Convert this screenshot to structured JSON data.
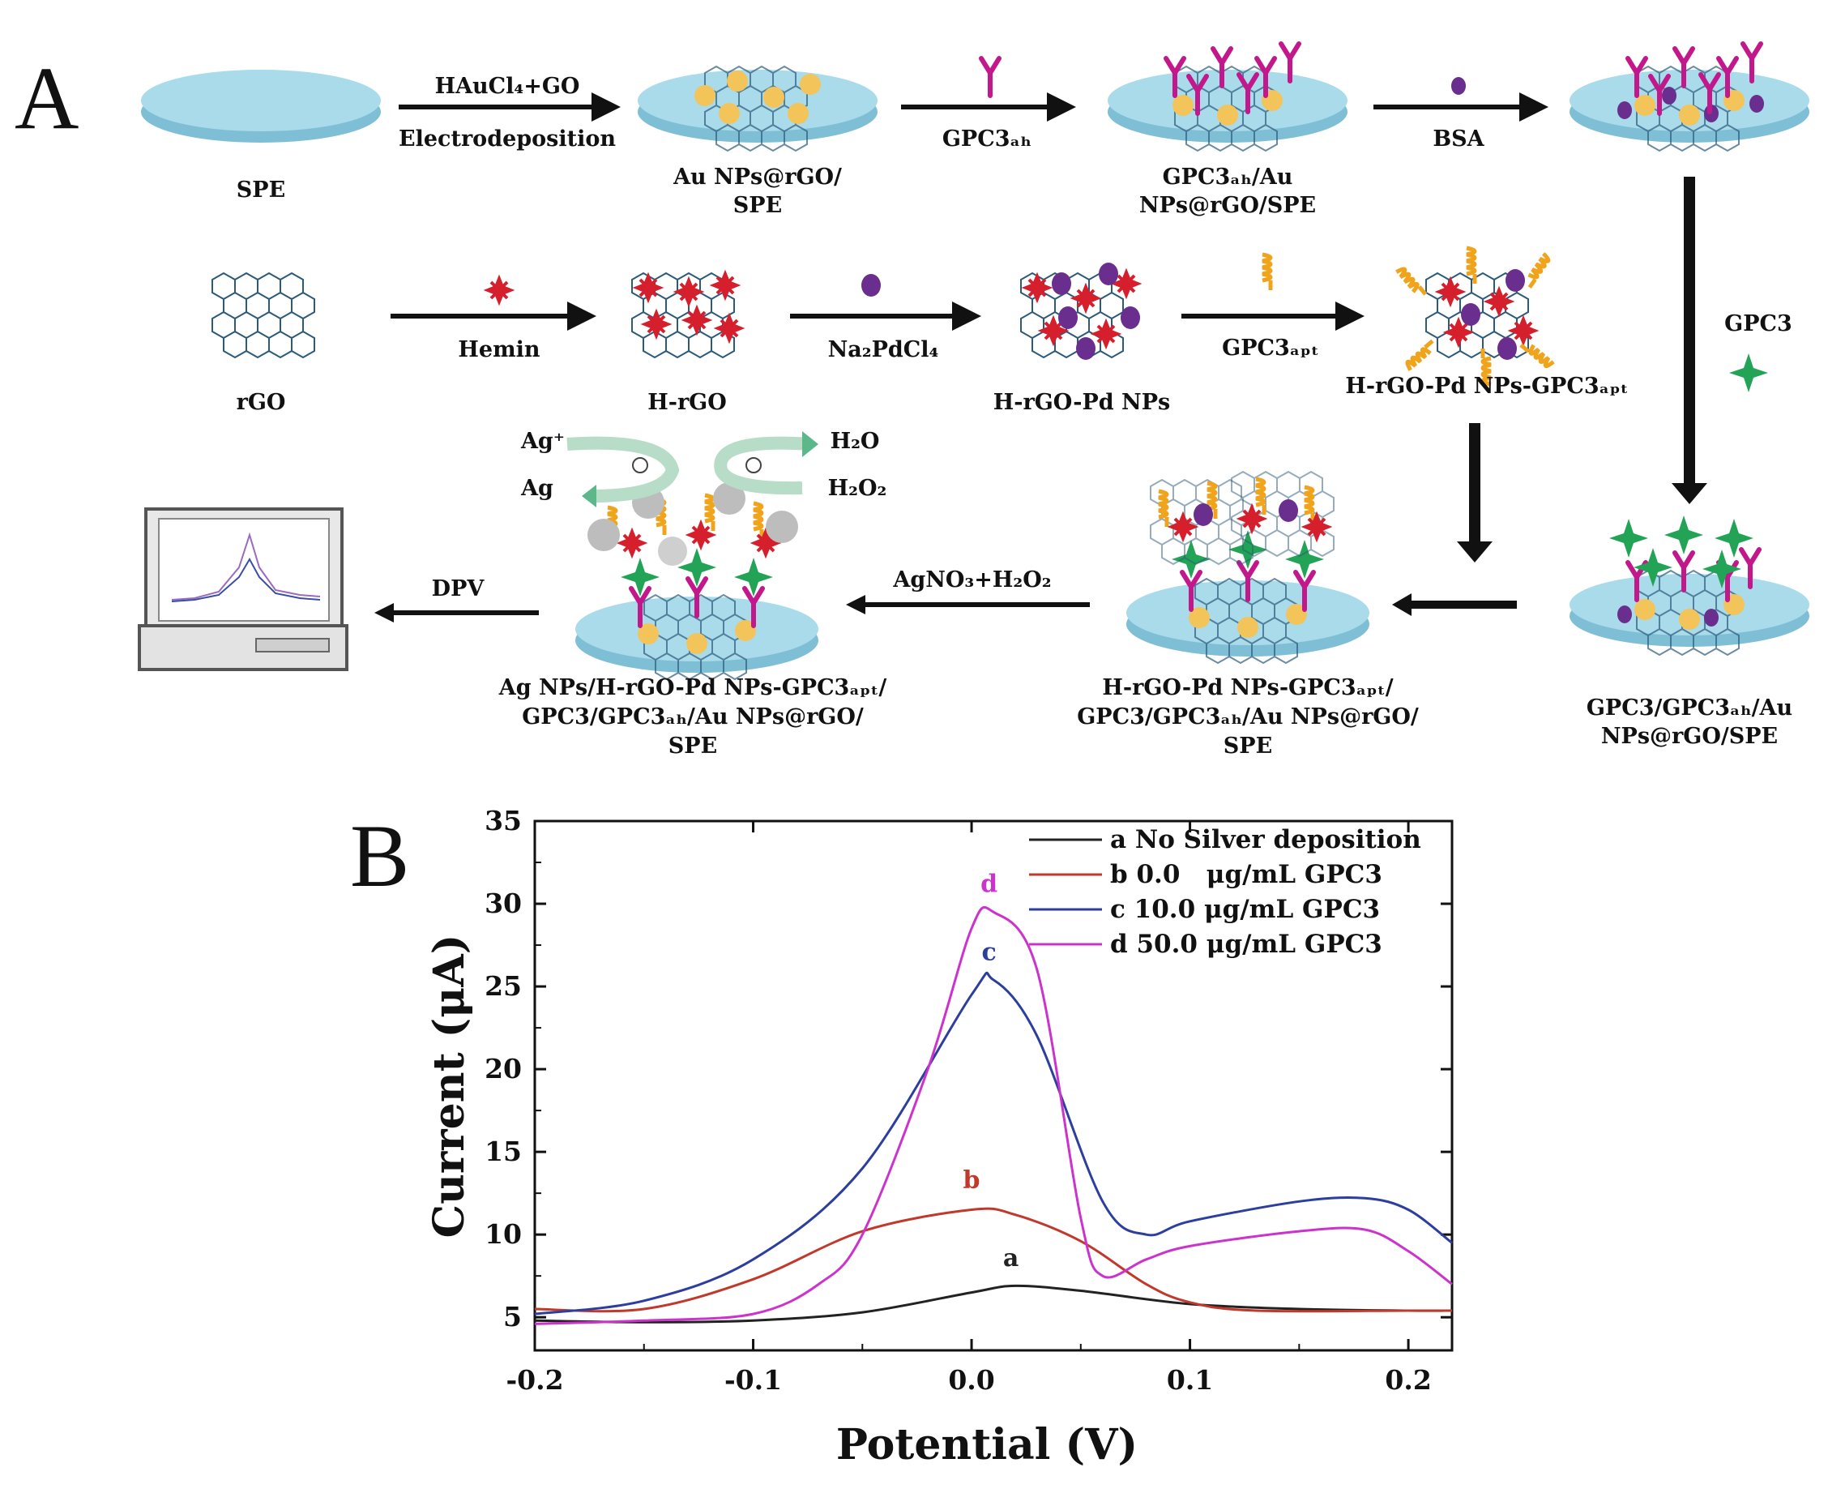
{
  "panel_a": {
    "letter": "A",
    "electrode_steps": {
      "spe": "SPE",
      "arrow1_top": "HAuCl₄+GO",
      "arrow1_bottom": "Electrodeposition",
      "au_line1": "Au NPs@rGO/",
      "au_line2": "SPE",
      "arrow2": "GPC3ₐₕ",
      "ab_line1": "GPC3ₐₕ/Au",
      "ab_line2": "NPs@rGO/SPE",
      "arrow3": "BSA",
      "arrow_down": "GPC3",
      "gpc3_line1": "GPC3/GPC3ₐₕ/Au",
      "gpc3_line2": "NPs@rGO/SPE",
      "probe_line1": "H-rGO-Pd NPs-GPC3ₐₚₜ/",
      "probe_line2": "GPC3/GPC3ₐₕ/Au NPs@rGO/",
      "probe_line3": "SPE",
      "arrow_ag": "AgNO₃+H₂O₂",
      "ag_line1": "Ag NPs/H-rGO-Pd NPs-GPC3ₐₚₜ/",
      "ag_line2": "GPC3/GPC3ₐₕ/Au NPs@rGO/",
      "ag_line3": "SPE",
      "arrow_dpv": "DPV"
    },
    "probe_steps": {
      "rgo": "rGO",
      "arrow_hemin": "Hemin",
      "hrgo": "H-rGO",
      "arrow_pd": "Na₂PdCl₄",
      "hrgo_pd": "H-rGO-Pd NPs",
      "arrow_apt": "GPC3ₐₚₜ",
      "hrgo_pd_apt": "H-rGO-Pd NPs-GPC3ₐₚₜ"
    },
    "catalysis": {
      "ag_ion": "Ag⁺",
      "ag": "Ag",
      "h2o": "H₂O",
      "h2o2": "H₂O₂"
    },
    "colors": {
      "electrode": "#9fd3e4",
      "gold": "#f2c45a",
      "antibody": "#c2188b",
      "bsa": "#6a2e8e",
      "gpc3": "#22a355",
      "hemin": "#d61f2c",
      "aptamer": "#f0a41c",
      "graphene": "#2b5a7a"
    }
  },
  "panel_b": {
    "letter": "B",
    "chart_data": {
      "type": "line",
      "xlabel": "Potential (V)",
      "ylabel": "Current (μA)",
      "xlim": [
        -0.2,
        0.22
      ],
      "ylim": [
        3,
        35
      ],
      "xticks": [
        -0.2,
        -0.1,
        0.0,
        0.1,
        0.2
      ],
      "xtick_labels": [
        "-0.2",
        "-0.1",
        "0.0",
        "0.1",
        "0.2"
      ],
      "yticks": [
        5,
        10,
        15,
        20,
        25,
        30,
        35
      ],
      "ytick_labels": [
        "5",
        "10",
        "15",
        "20",
        "25",
        "30",
        "35"
      ],
      "grid": false,
      "legend_position": "top-right",
      "series": [
        {
          "name": "a No Silver deposition",
          "tag": "a",
          "color": "#222222",
          "x": [
            -0.2,
            -0.15,
            -0.1,
            -0.05,
            0.0,
            0.02,
            0.05,
            0.1,
            0.15,
            0.2,
            0.22
          ],
          "y": [
            4.8,
            4.7,
            4.8,
            5.3,
            6.5,
            6.9,
            6.6,
            5.8,
            5.5,
            5.4,
            5.4
          ]
        },
        {
          "name": "b 0.0   μg/mL GPC3",
          "tag": "b",
          "color": "#c0392b",
          "x": [
            -0.2,
            -0.15,
            -0.1,
            -0.05,
            0.0,
            0.02,
            0.05,
            0.08,
            0.1,
            0.13,
            0.2,
            0.22
          ],
          "y": [
            5.5,
            5.5,
            7.3,
            10.2,
            11.5,
            11.2,
            9.6,
            7.0,
            5.9,
            5.4,
            5.4,
            5.4
          ]
        },
        {
          "name": "c 10.0 μg/mL GPC3",
          "tag": "c",
          "color": "#2c3e9e",
          "x": [
            -0.2,
            -0.15,
            -0.1,
            -0.05,
            0.0,
            0.01,
            0.03,
            0.06,
            0.08,
            0.1,
            0.15,
            0.18,
            0.2,
            0.22
          ],
          "y": [
            5.2,
            6.0,
            8.5,
            14.0,
            24.5,
            25.4,
            22.0,
            12.0,
            10.0,
            10.8,
            12.0,
            12.2,
            11.5,
            9.5
          ]
        },
        {
          "name": "d 50.0 μg/mL GPC3",
          "tag": "d",
          "color": "#cc33cc",
          "x": [
            -0.2,
            -0.15,
            -0.1,
            -0.07,
            -0.05,
            -0.02,
            0.0,
            0.01,
            0.03,
            0.05,
            0.06,
            0.08,
            0.1,
            0.15,
            0.18,
            0.2,
            0.22
          ],
          "y": [
            4.6,
            4.8,
            5.2,
            7.0,
            10.0,
            20.0,
            28.5,
            29.5,
            26.0,
            11.0,
            7.5,
            8.5,
            9.3,
            10.2,
            10.3,
            9.0,
            7.0
          ]
        }
      ],
      "curve_labels": [
        {
          "text": "a",
          "x": 0.018,
          "y": 8.1
        },
        {
          "text": "b",
          "x": 0.0,
          "y": 12.8
        },
        {
          "text": "c",
          "x": 0.008,
          "y": 26.6
        },
        {
          "text": "d",
          "x": 0.008,
          "y": 30.7
        }
      ]
    }
  }
}
